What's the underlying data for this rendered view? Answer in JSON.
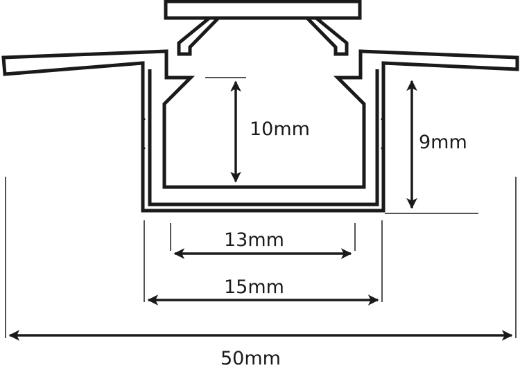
{
  "dimensions": {
    "inner_depth": "10mm",
    "outer_depth": "9mm",
    "inner_width": "13mm",
    "outer_width": "15mm",
    "total_width": "50mm"
  },
  "colors": {
    "line": "#1a1a1a",
    "background": "#ffffff"
  }
}
